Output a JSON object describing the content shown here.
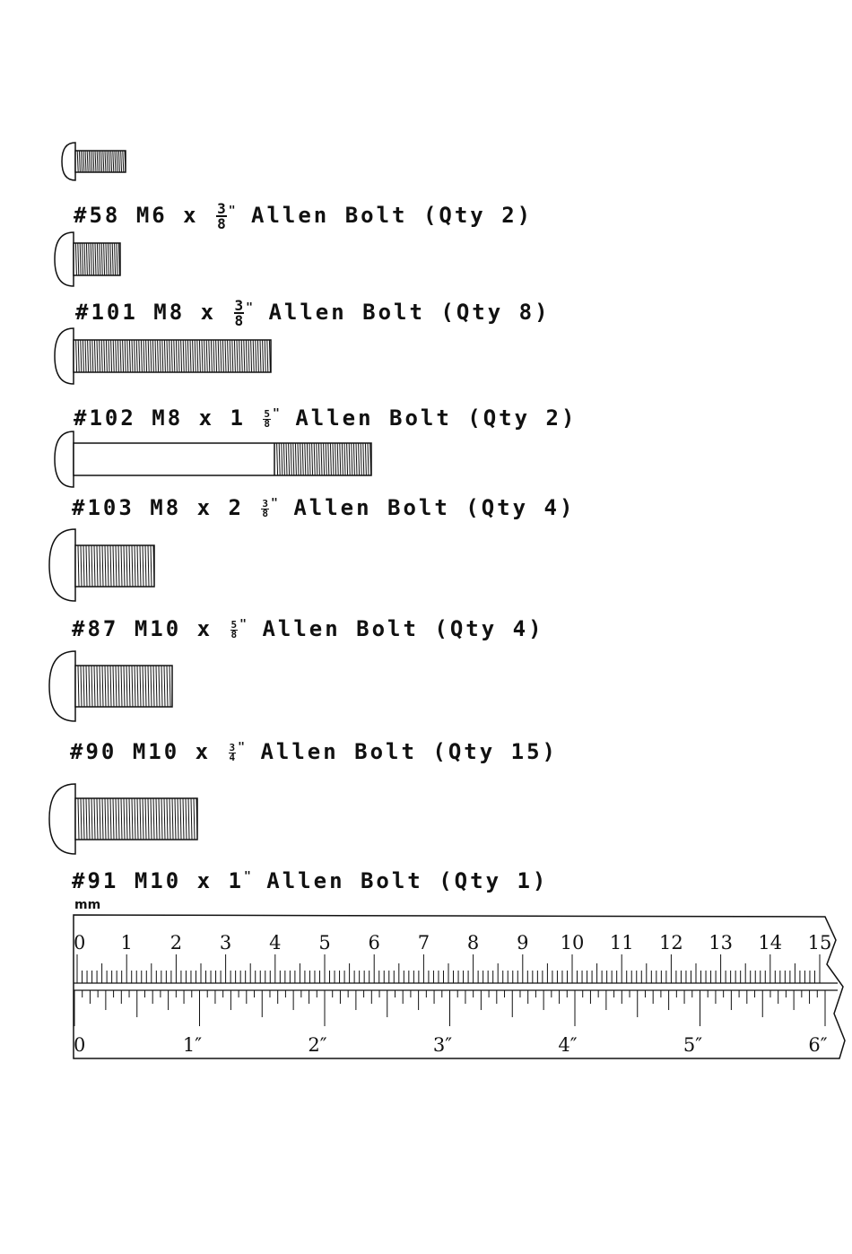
{
  "bolts": [
    {
      "number": "#58",
      "size": "M6",
      "whole": "",
      "num": "3",
      "den": "8",
      "unit": "\"",
      "desc": "Allen Bolt",
      "qty": "(Qty 2)"
    },
    {
      "number": "#101",
      "size": "M8",
      "whole": "",
      "num": "3",
      "den": "8",
      "unit": "\"",
      "desc": "Allen Bolt",
      "qty": "(Qty 8)"
    },
    {
      "number": "#102",
      "size": "M8",
      "whole": "1",
      "num": "5",
      "den": "8",
      "unit": "\"",
      "desc": "Allen Bolt",
      "qty": "(Qty 2)"
    },
    {
      "number": "#103",
      "size": "M8",
      "whole": "2",
      "num": "3",
      "den": "8",
      "unit": "\"",
      "desc": "Allen Bolt",
      "qty": "(Qty 4)"
    },
    {
      "number": "#87",
      "size": "M10",
      "whole": "",
      "num": "5",
      "den": "8",
      "unit": "\"",
      "desc": "Allen Bolt",
      "qty": "(Qty 4)"
    },
    {
      "number": "#90",
      "size": "M10",
      "whole": "",
      "num": "3",
      "den": "4",
      "unit": "\"",
      "desc": "Allen Bolt",
      "qty": "(Qty 15)"
    },
    {
      "number": "#91",
      "size": "M10",
      "whole": "1",
      "num": "",
      "den": "",
      "unit": "\"",
      "desc": "Allen Bolt",
      "qty": "(Qty 1)"
    }
  ],
  "ruler": {
    "mm_label": "mm",
    "cm_labels": [
      "0",
      "1",
      "2",
      "3",
      "4",
      "5",
      "6",
      "7",
      "8",
      "9",
      "10",
      "11",
      "12",
      "13",
      "14",
      "15"
    ],
    "inch_labels": [
      "0",
      "1″",
      "2″",
      "3″",
      "4″",
      "5″",
      "6″"
    ]
  }
}
